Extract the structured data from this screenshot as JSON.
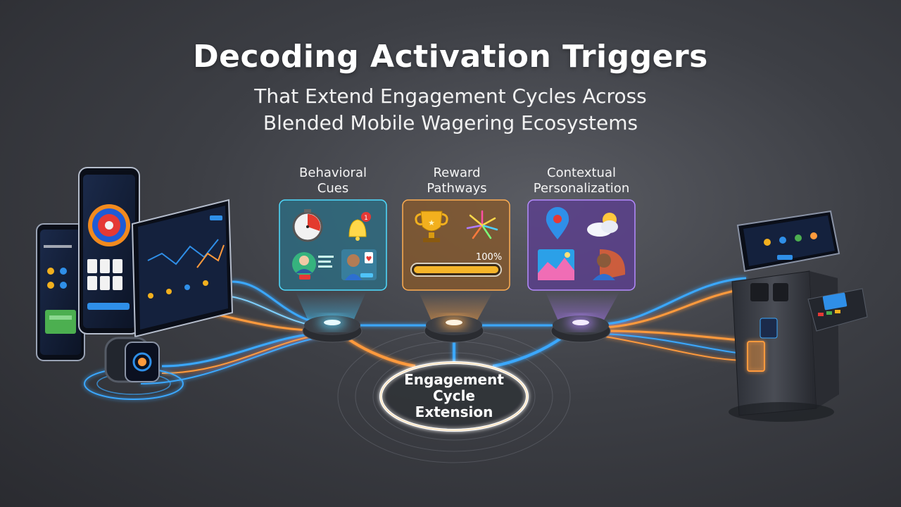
{
  "header": {
    "title": "Decoding Activation Triggers",
    "subtitle_line1": "That Extend Engagement Cycles Across",
    "subtitle_line2": "Blended Mobile Wagering Ecosystems"
  },
  "panels": [
    {
      "label_line1": "Behavioral",
      "label_line2": "Cues",
      "accent": "#2fd6ff",
      "icons": [
        "stopwatch-icon",
        "notification-bell-icon",
        "user-profile-icon",
        "user-card-icon"
      ]
    },
    {
      "label_line1": "Reward",
      "label_line2": "Pathways",
      "accent": "#ff9a2e",
      "icons": [
        "trophy-icon",
        "fireworks-icon",
        "progress-bar-icon"
      ],
      "progress_text": "100%",
      "progress": 1.0
    },
    {
      "label_line1": "Contextual",
      "label_line2": "Personalization",
      "accent": "#a86bff",
      "icons": [
        "location-pin-icon",
        "weather-icon",
        "media-card-icon",
        "user-avatar-icon"
      ]
    }
  ],
  "center": {
    "line1": "Engagement",
    "line2": "Cycle",
    "line3": "Extension"
  },
  "colors": {
    "blue_flow": "#3aa8ff",
    "orange_flow": "#ff9a3c",
    "purple_flow": "#9a6bff"
  }
}
